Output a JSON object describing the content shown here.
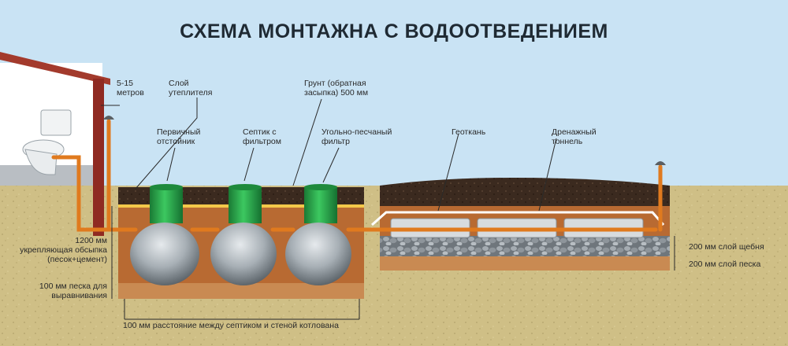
{
  "title": "СХЕМА МОНТАЖНА С ВОДООТВЕДЕНИЕМ",
  "labels": {
    "distance": "5-15\nметров",
    "insulation": "Слой\nутеплителя",
    "primary_tank": "Первичный\nотстойник",
    "septic_filter": "Септик с\nфильтром",
    "backfill": "Грунт (обратная\nзасыпка) 500 мм",
    "carbon_filter": "Угольно-песчаный\nфильтр",
    "geotextile": "Геоткань",
    "drain_tunnel": "Дренажный\nтоннель",
    "reinforcement": "1200 мм\nукрепляющая обсыпка\n(песок+цемент)",
    "leveling_sand": "100 мм песка для\nвыравнивания",
    "tank_gap": "100 мм расстояние между септиком и стеной котлована",
    "gravel_layer": "200 мм слой щебня",
    "sand_layer": "200 мм слой песка"
  },
  "colors": {
    "sky": "#c9e3f4",
    "ground": "#cfbf86",
    "pit_sand": "#b86a32",
    "soil": "#3b2a1f",
    "pipe": "#e07a1e",
    "tank_neck": "#2aa84a",
    "tank_body": "#9aa3a9",
    "gravel": "#8d949a",
    "house_roof": "#a33a2c"
  },
  "icons": [
    "toilet-icon",
    "vent-cap-icon"
  ]
}
